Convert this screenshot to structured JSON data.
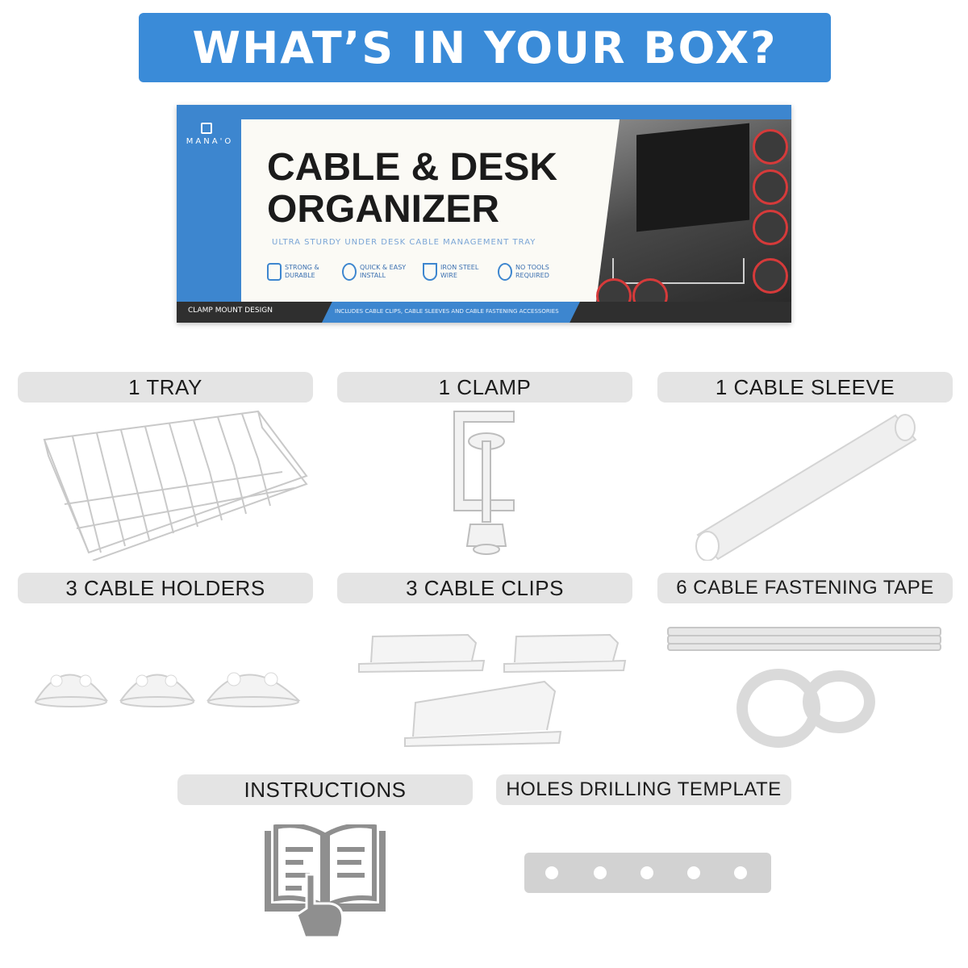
{
  "banner": {
    "title": "WHAT’S IN YOUR BOX?"
  },
  "product_box": {
    "brand": "MANA'O",
    "title_line1": "CABLE & DESK",
    "title_line2": "ORGANIZER",
    "subtitle": "ULTRA STURDY UNDER DESK CABLE MANAGEMENT TRAY",
    "features": [
      {
        "icon": "dumbbell-icon",
        "label": "STRONG & DURABLE"
      },
      {
        "icon": "clock-icon",
        "label": "QUICK & EASY INSTALL"
      },
      {
        "icon": "shield-icon",
        "label": "IRON STEEL WIRE"
      },
      {
        "icon": "no-tools-icon",
        "label": "NO TOOLS REQUIRED"
      }
    ],
    "bottom_label": "CLAMP MOUNT DESIGN",
    "includes_text": "INCLUDES CABLE CLIPS, CABLE SLEEVES AND CABLE FASTENING ACCESSORIES"
  },
  "items": [
    {
      "label": "1 TRAY",
      "icon": "wire-tray-icon"
    },
    {
      "label": "1 CLAMP",
      "icon": "clamp-icon"
    },
    {
      "label": "1 CABLE SLEEVE",
      "icon": "cable-sleeve-icon"
    },
    {
      "label": "3 CABLE HOLDERS",
      "icon": "cable-holder-icon"
    },
    {
      "label": "3 CABLE CLIPS",
      "icon": "cable-clip-icon"
    },
    {
      "label": "6 CABLE FASTENING TAPE",
      "icon": "fastening-tape-icon"
    },
    {
      "label": "INSTRUCTIONS",
      "icon": "instructions-book-icon"
    },
    {
      "label": "HOLES DRILLING TEMPLATE",
      "icon": "drilling-template-icon"
    }
  ],
  "colors": {
    "banner": "#3a8bd8",
    "pill": "#e4e4e4",
    "icon_gray": "#8f8f8f"
  }
}
